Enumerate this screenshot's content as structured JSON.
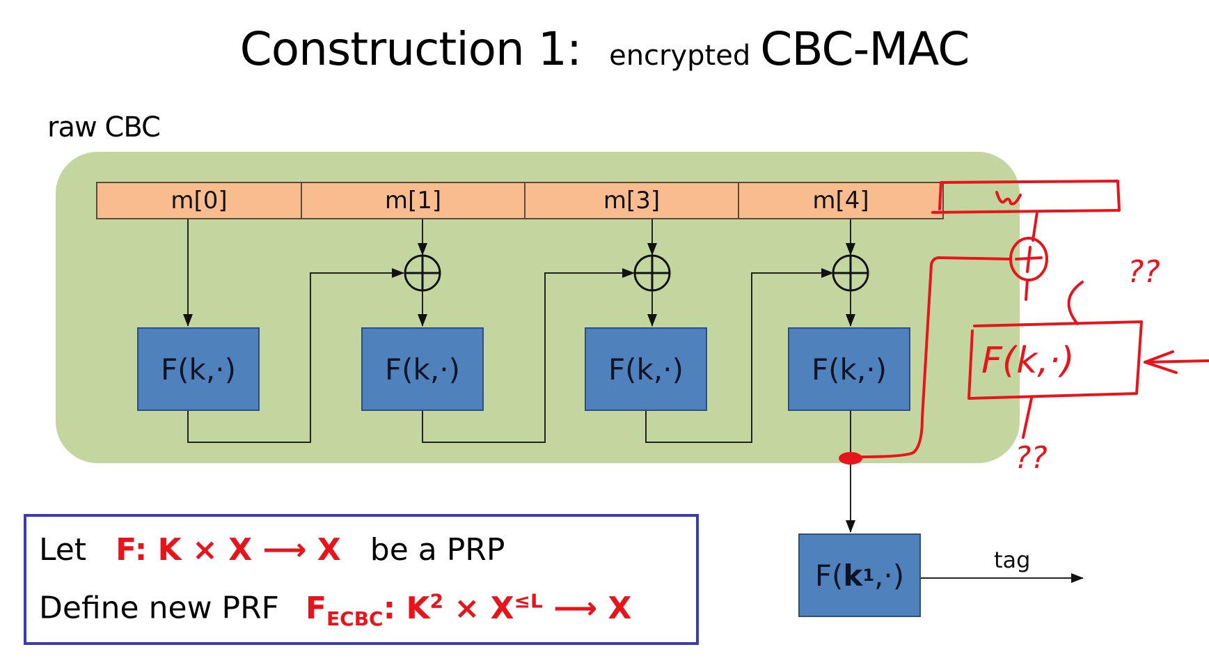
{
  "slide": {
    "title_main": "Construction 1:",
    "title_small": "encrypted",
    "title_end": "CBC-MAC",
    "section_label": "raw CBC"
  },
  "message_blocks": [
    "m[0]",
    "m[1]",
    "m[3]",
    "m[4]"
  ],
  "prf_boxes": [
    "F(k,·)",
    "F(k,·)",
    "F(k,·)",
    "F(k,·)"
  ],
  "final_box": {
    "prefix": "F(",
    "key": "k",
    "key_sub": "1",
    "suffix": ",·)"
  },
  "output_label": "tag",
  "definition": {
    "line1_prefix": "Let",
    "line1_formula": "F: K × X ⟶ X",
    "line1_suffix": "be a PRP",
    "line2_prefix": "Define new PRF",
    "line2_F": "F",
    "line2_F_sub": "ECBC",
    "line2_colon_K": ": K",
    "line2_K_sup": "2",
    "line2_times_X": " × X",
    "line2_X_sup": "≤L",
    "line2_arrow_X": " ⟶ X"
  },
  "annotations": {
    "extra_block_label": "w",
    "xor_mark": "+",
    "box_label": "F(k,·)",
    "question_top": "??",
    "question_bottom": "??",
    "color": "#e8141c"
  },
  "colors": {
    "region_green": "#c4d6a0",
    "message_orange": "#f8bc8f",
    "prf_blue": "#4f81bd",
    "definition_border": "#3b3bb0",
    "formula_red": "#e8141c"
  }
}
